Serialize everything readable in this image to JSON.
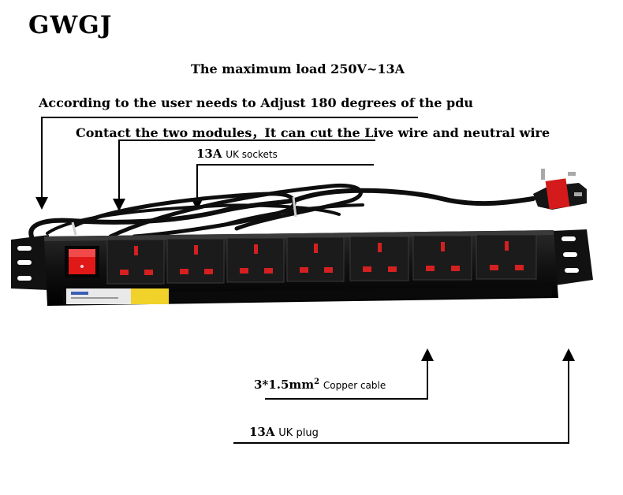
{
  "brand": "GWGJ",
  "max_load": "The maximum load  250V~13A",
  "annotations": {
    "adjust": "According to the user needs to Adjust 180 degrees of the pdu",
    "modules": "Contact the two modules，It can cut the Live wire and neutral wire",
    "sockets_rating": "13A",
    "sockets_label": "UK sockets",
    "cable_spec": "3*1.5mm",
    "cable_sup": "2",
    "cable_label": "Copper cable",
    "plug_rating": "13A",
    "plug_label": "UK plug"
  },
  "device": {
    "socket_count": 7,
    "switch_color": "#e01818",
    "body_color": "#141414",
    "cable_color": "#0d0d0d"
  }
}
